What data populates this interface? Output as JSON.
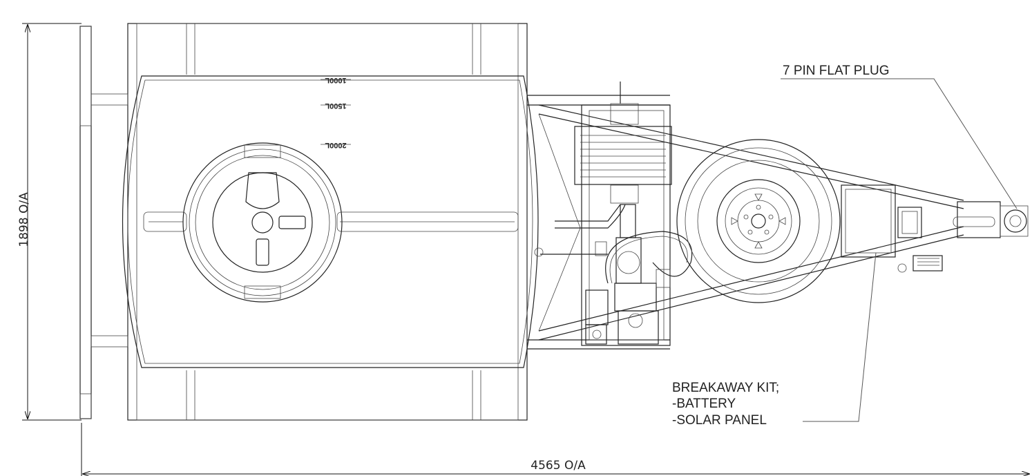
{
  "labels": {
    "plug": "7 PIN FLAT PLUG",
    "breakaway_line1": "BREAKAWAY KIT;",
    "breakaway_line2": "-BATTERY",
    "breakaway_line3": "-SOLAR PANEL"
  },
  "dimensions": {
    "height": "1898 O/A",
    "length": "4565 O/A"
  },
  "tank_marks": [
    "1000L",
    "1500L",
    "2000L"
  ]
}
